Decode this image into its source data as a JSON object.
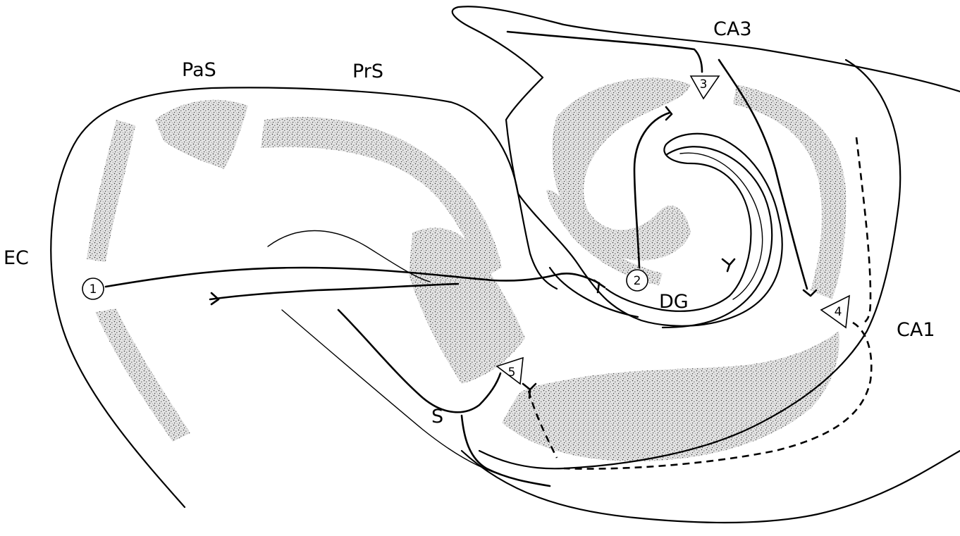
{
  "regions": {
    "ec": "EC",
    "pas": "PaS",
    "prs": "PrS",
    "ca3": "CA3",
    "ca1": "CA1",
    "dg": "DG",
    "s": "S"
  },
  "pathway_markers": [
    {
      "number": "1",
      "shape": "circle"
    },
    {
      "number": "2",
      "shape": "circle"
    },
    {
      "number": "3",
      "shape": "triangle"
    },
    {
      "number": "4",
      "shape": "triangle"
    },
    {
      "number": "5",
      "shape": "triangle"
    }
  ],
  "colors": {
    "ink": "#000000",
    "stipple": "#6a6a6a",
    "background": "#ffffff"
  }
}
